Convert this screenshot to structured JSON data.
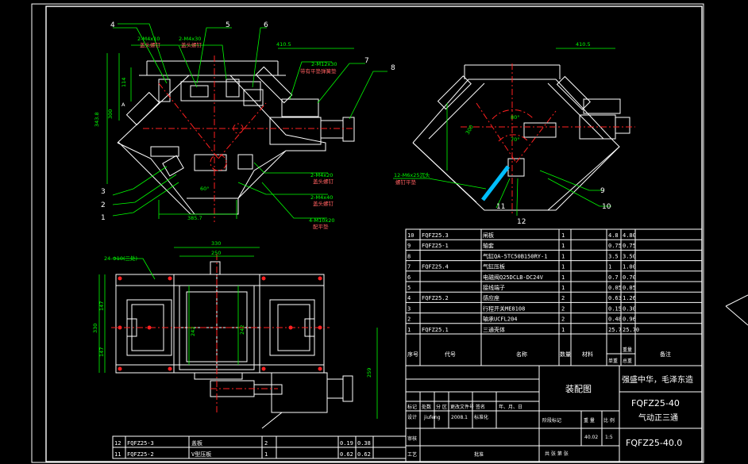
{
  "colors": {
    "background": "#000000",
    "frame": "#ffffff",
    "outline": "#ffffff",
    "dimension": "#00ff00",
    "centerline": "#ff2020",
    "callout": "#ffff00",
    "hatch": "#ff00ff",
    "highlight": "#00bfff"
  },
  "front_view": {
    "callout_4": "4",
    "callout_5": "5",
    "callout_6": "6",
    "callout_7": "7",
    "callout_8": "8",
    "callout_3": "3",
    "callout_2": "2",
    "callout_1": "1",
    "note_m4x10": "2-M4x10",
    "note_m4x10_sub": "盖头螺钉",
    "note_m4x30": "2-M4x30",
    "note_m4x30_sub": "盖头螺钉",
    "note_m12x30": "2-M12x30",
    "note_m12x30_sub": "带有平垫弹簧垫",
    "note_m4x20": "2-M4x20",
    "note_m4x20_sub": "盖头螺钉",
    "note_m4x40": "2-M4x40",
    "note_m4x40_sub": "盖头螺钉",
    "note_m10x20": "4-M10x20",
    "note_m10x20_sub": "配平垫",
    "dim_top": "410.5",
    "dim_height": "343.8",
    "dim_300": "300",
    "dim_114": "114",
    "dim_bottom": "385.7",
    "angle_60": "60°",
    "letter_a": "A"
  },
  "side_view": {
    "dim_top": "410.5",
    "dim_300": "300",
    "angle_80": "80°",
    "angle_70": "70°",
    "callout_9": "9",
    "callout_10": "10",
    "callout_11": "11",
    "callout_12": "12",
    "note_m6x25": "12-M6x25沉头",
    "note_m6x25_sub": "螺钉平垫"
  },
  "top_view": {
    "dim_330_top": "330",
    "dim_250_top": "250",
    "dim_330_left": "330",
    "dim_147_a": "147",
    "dim_147_b": "147",
    "dim_242_a": "242",
    "dim_242_b": "242",
    "dim_259": "259",
    "note_holes": "24-Φ10(三处)"
  },
  "bom": {
    "rows": [
      {
        "no": "10",
        "code": "FQFZ25.3",
        "name": "闸板",
        "qty": "1",
        "material": "",
        "unit": "4.8",
        "total": "4.80"
      },
      {
        "no": "9",
        "code": "FQFZ25-1",
        "name": "轴套",
        "qty": "1",
        "material": "",
        "unit": "0.75",
        "total": "0.75"
      },
      {
        "no": "8",
        "code": "",
        "name": "气缸QA-5TC50B150RY-1",
        "qty": "1",
        "material": "",
        "unit": "3.5",
        "total": "3.50"
      },
      {
        "no": "7",
        "code": "FQFZ25.4",
        "name": "气缸压板",
        "qty": "1",
        "material": "",
        "unit": "1",
        "total": "1.00"
      },
      {
        "no": "6",
        "code": "",
        "name": "电磁阀Q25DCLB-DC24V",
        "qty": "1",
        "material": "",
        "unit": "0.7",
        "total": "0.70"
      },
      {
        "no": "5",
        "code": "",
        "name": "接线端子",
        "qty": "1",
        "material": "",
        "unit": "0.05",
        "total": "0.05"
      },
      {
        "no": "4",
        "code": "FQFZ25.2",
        "name": "感应座",
        "qty": "2",
        "material": "",
        "unit": "0.63",
        "total": "1.26"
      },
      {
        "no": "3",
        "code": "",
        "name": "行程开关ME8108",
        "qty": "2",
        "material": "",
        "unit": "0.15",
        "total": "0.30"
      },
      {
        "no": "2",
        "code": "",
        "name": "轴承UCFL204",
        "qty": "2",
        "material": "",
        "unit": "0.48",
        "total": "0.96"
      },
      {
        "no": "1",
        "code": "FQFZ25.1",
        "name": "三通壳体",
        "qty": "1",
        "material": "",
        "unit": "25.7",
        "total": "25.70"
      }
    ],
    "header": {
      "no": "序号",
      "code": "代号",
      "name": "名称",
      "qty": "数量",
      "material": "材料",
      "unit": "单重",
      "total": "总重",
      "weight": "重量",
      "remark": "备注"
    }
  },
  "bom_lower": {
    "rows": [
      {
        "no": "12",
        "code": "FQFZ25-3",
        "name": "盖板",
        "qty": "2",
        "unit": "0.19",
        "total": "0.38"
      },
      {
        "no": "11",
        "code": "FQFZ25-2",
        "name": "V型压板",
        "qty": "1",
        "unit": "0.62",
        "total": "0.62"
      }
    ]
  },
  "title_block": {
    "drawing_title": "装配图",
    "company": "强盛中华，毛泽东造",
    "drawing_no": "FQFZ25-40",
    "product_name": "气动正三通",
    "drawing_no_bottom": "FQFZ25-40.0",
    "label_mark": "标记",
    "label_count": "处数",
    "label_zone": "分 区",
    "label_change": "更改文件号",
    "label_sign": "签名",
    "label_date": "年、月、日",
    "label_design": "设计",
    "designer": "jiufeng",
    "design_date": "2008.1",
    "label_standard": "标准化",
    "label_stage": "阶段标记",
    "label_weight": "重 量",
    "label_scale": "比 例",
    "weight_value": "40.02",
    "scale_value": "1:5",
    "label_review": "审核",
    "label_process": "工艺",
    "label_approve": "批准",
    "label_sheets": "共   张  第   张"
  }
}
